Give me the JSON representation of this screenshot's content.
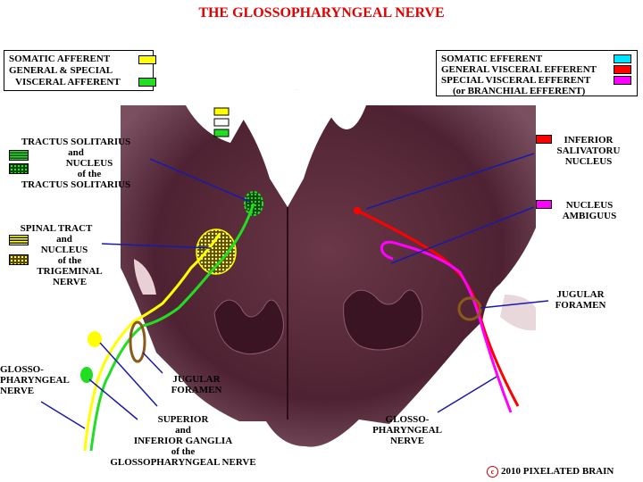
{
  "title": "THE GLOSSOPHARYNGEAL NERVE",
  "legend_left": {
    "rows": [
      {
        "text": "SOMATIC AFFERENT",
        "color": "#ffff00"
      },
      {
        "text": "GENERAL & SPECIAL",
        "color": null
      },
      {
        "text": "VISCERAL AFFERENT",
        "color": "#22dd22"
      }
    ]
  },
  "legend_right": {
    "rows": [
      {
        "text": "SOMATIC EFFERENT",
        "color": "#00e5ff"
      },
      {
        "text": "GENERAL VISCERAL EFFERENT",
        "color": "#ff0000"
      },
      {
        "text": "SPECIAL VISCERAL EFFERENT",
        "color": "#ff00ff"
      },
      {
        "text": "(or BRANCHIAL EFFERENT)",
        "color": null
      }
    ]
  },
  "labels": {
    "tractus_solitarius": [
      "TRACTUS SOLITARIUS",
      "and",
      "NUCLEUS",
      "of the",
      "TRACTUS SOLITARIUS"
    ],
    "spinal_tract": [
      "SPINAL TRACT",
      "and",
      "NUCLEUS",
      "of the",
      "TRIGEMINAL",
      "NERVE"
    ],
    "glosso_left": [
      "GLOSSO-",
      "PHARYNGEAL",
      "NERVE"
    ],
    "jugular_left": [
      "JUGULAR",
      "FORAMEN"
    ],
    "ganglia": [
      "SUPERIOR",
      "and",
      "INFERIOR GANGLIA",
      "of the",
      "GLOSSOPHARYNGEAL NERVE"
    ],
    "inferior_salivatoru": [
      "INFERIOR",
      "SALIVATORU",
      "NUCLEUS"
    ],
    "nucleus_ambiguus": [
      "NUCLEUS",
      "AMBIGUUS"
    ],
    "jugular_right": [
      "JUGULAR",
      "FORAMEN"
    ],
    "glosso_right": [
      "GLOSSO-",
      "PHARYNGEAL",
      "NERVE"
    ]
  },
  "credit": {
    "symbol": "c",
    "text": "2010  PIXELATED BRAIN"
  },
  "colors": {
    "afferent_somatic": "#ffff00",
    "afferent_visceral": "#22dd22",
    "efferent_general": "#ff0000",
    "efferent_special": "#ff00ff",
    "pointer": "#1a1aaa",
    "foramen": "#8b5a1a",
    "tissue": "#5a2838",
    "title": "#e00000"
  }
}
